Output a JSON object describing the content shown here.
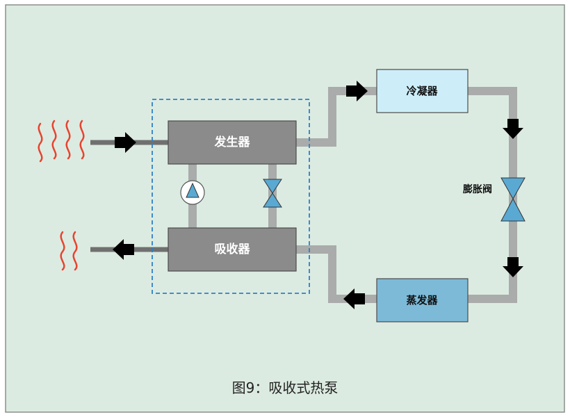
{
  "caption": "图9：吸收式热泵",
  "components": {
    "generator": "发生器",
    "absorber": "吸收器",
    "condenser": "冷凝器",
    "evaporator": "蒸发器",
    "expansion_valve": "膨胀阀"
  },
  "colors": {
    "background": "#dcebe1",
    "border": "#8a8f8c",
    "pipe": "#a9acab",
    "gray_box": "#8b8b8b",
    "condenser_fill": "#cdeef9",
    "evaporator_fill": "#7dbad8",
    "valve_fill": "#5aa9d2",
    "heat_wave": "#e8432f",
    "arrow": "#000000",
    "dashed_border": "#2c7fc7"
  }
}
